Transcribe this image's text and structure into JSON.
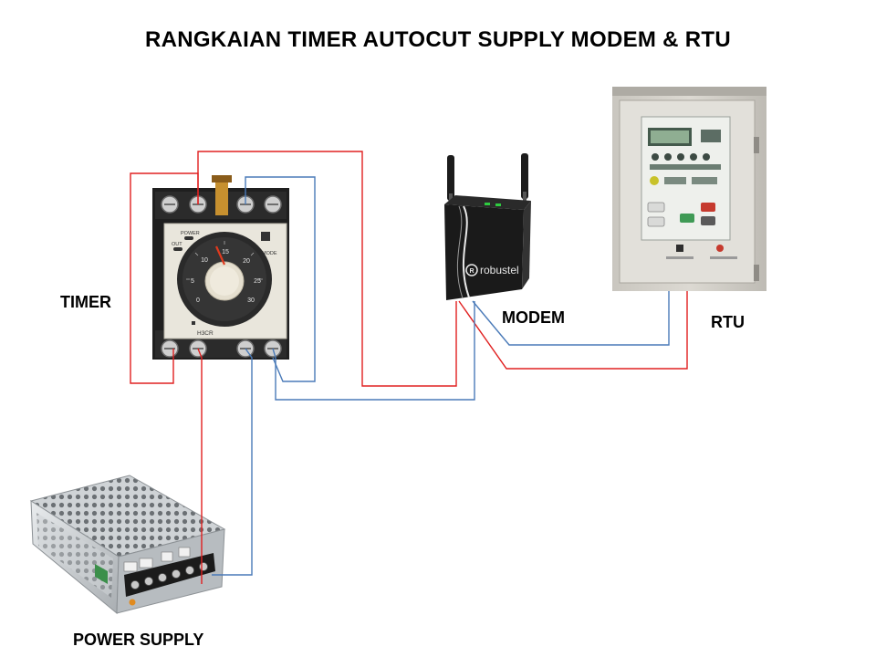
{
  "title": "RANGKAIAN TIMER AUTOCUT SUPPLY MODEM & RTU",
  "labels": {
    "timer": "TIMER",
    "modem": "MODEM",
    "rtu": "RTU",
    "power_supply": "POWER SUPPLY"
  },
  "timer_device": {
    "model": "H3CR",
    "power_text": "POWER",
    "out_text": "OUT",
    "mode_text": "MODE",
    "dial_numbers": [
      "0",
      "5",
      "10",
      "15",
      "20",
      "25",
      "30"
    ]
  },
  "modem_device": {
    "brand": "robustel"
  },
  "colors": {
    "positive_wire": "#e02020",
    "negative_wire": "#4a7ab8"
  }
}
